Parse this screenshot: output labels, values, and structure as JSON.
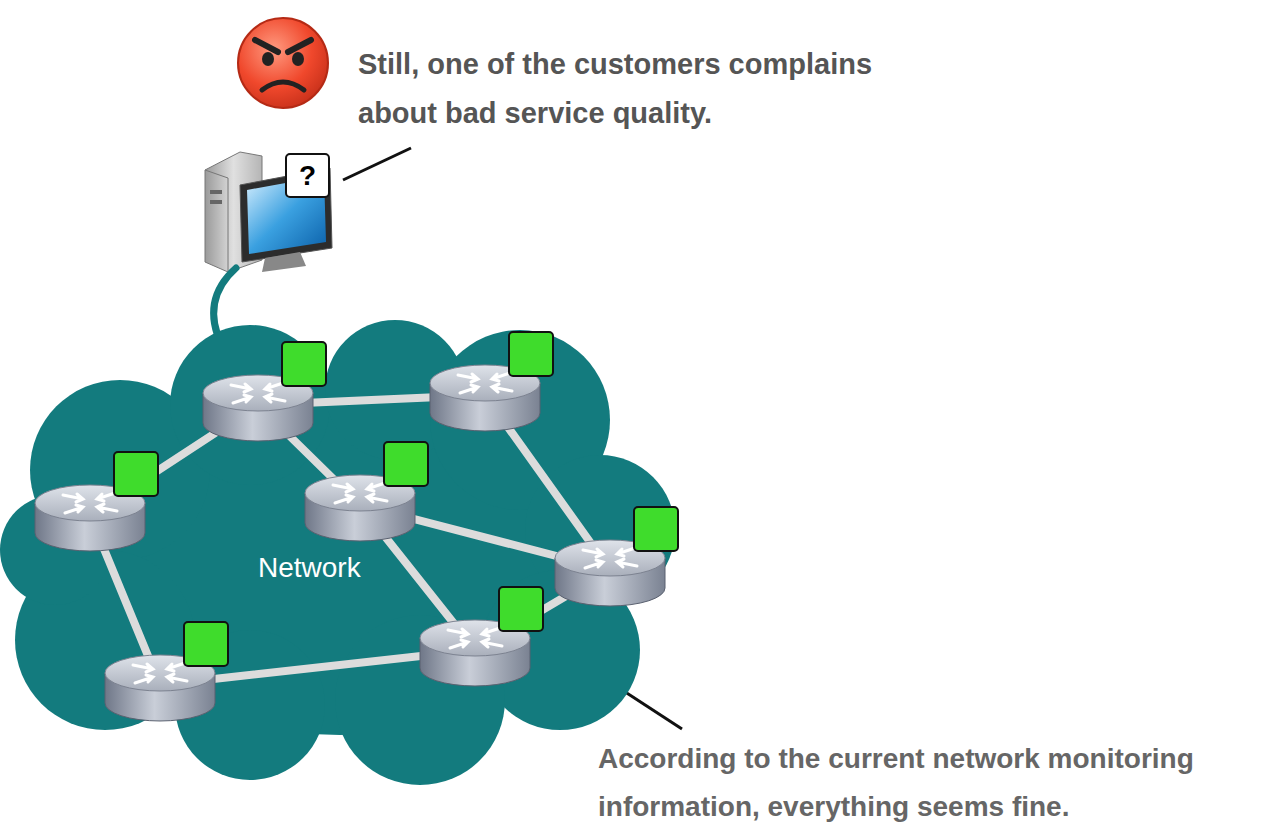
{
  "diagram": {
    "nodes": [
      {
        "text": [
          "Network"
        ]
      },
      {
        "text": [
          "?"
        ]
      }
    ],
    "edges": [],
    "labels": [
      "Still, one of the customers complains about bad service quality.",
      "According to the current network monitoring information, everything seems fine."
    ]
  }
}
